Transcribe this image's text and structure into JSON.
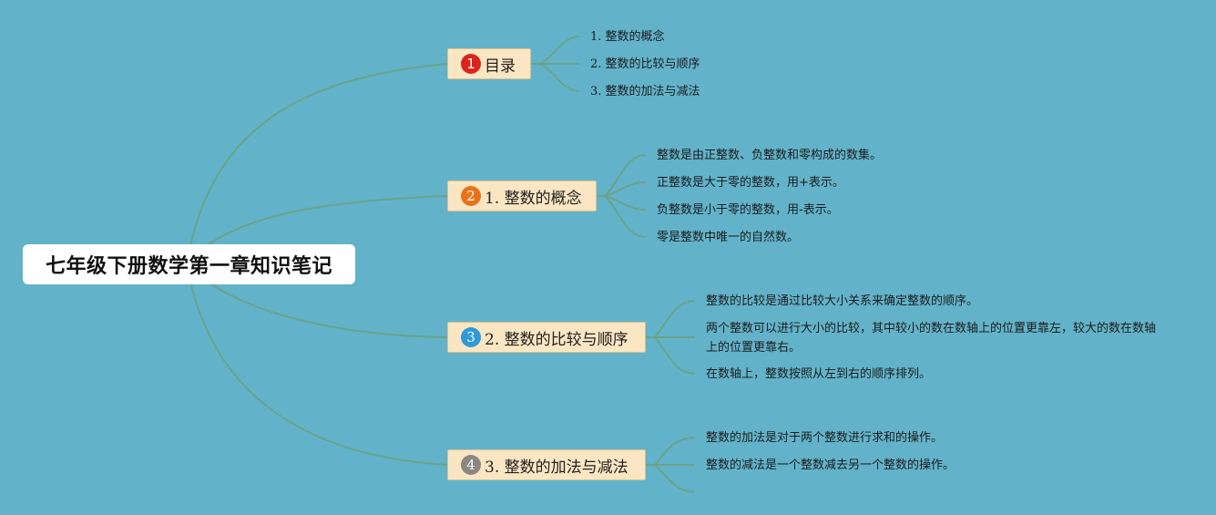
{
  "root": {
    "title": "七年级下册数学第一章知识笔记"
  },
  "colors": {
    "background": "#62b3c9",
    "connector": "#6aa38a",
    "branch_fill": "#fbe6c3",
    "badge_1": "#d8261c",
    "badge_2": "#e8731b",
    "badge_3": "#2e9ad8",
    "badge_4": "#8a8783"
  },
  "branches": [
    {
      "badge": "1",
      "label": "目录",
      "leaves": [
        "1. 整数的概念",
        "2. 整数的比较与顺序",
        "3. 整数的加法与减法"
      ]
    },
    {
      "badge": "2",
      "label": "1. 整数的概念",
      "leaves": [
        "整数是由正整数、负整数和零构成的数集。",
        "正整数是大于零的整数，用+表示。",
        "负整数是小于零的整数，用-表示。",
        "零是整数中唯一的自然数。"
      ]
    },
    {
      "badge": "3",
      "label": "2. 整数的比较与顺序",
      "leaves": [
        "整数的比较是通过比较大小关系来确定整数的顺序。",
        "两个整数可以进行大小的比较，其中较小的数在数轴上的位置更靠左，较大的数在数轴上的位置更靠右。",
        "在数轴上，整数按照从左到右的顺序排列。"
      ]
    },
    {
      "badge": "4",
      "label": "3. 整数的加法与减法",
      "leaves": [
        "整数的加法是对于两个整数进行求和的操作。",
        "整数的减法是一个整数减去另一个整数的操作。"
      ]
    }
  ]
}
